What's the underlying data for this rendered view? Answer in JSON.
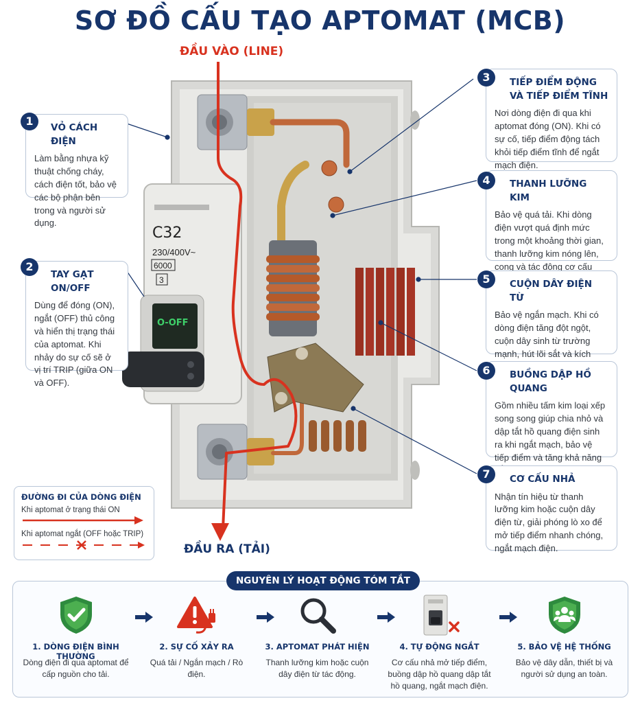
{
  "title": "SƠ ĐỒ CẤU TẠO APTOMAT (MCB)",
  "line_in": "ĐẦU VÀO (LINE)",
  "line_out": "ĐẦU RA (TẢI)",
  "device": {
    "rating": "C32",
    "voltage": "230/400V~",
    "breaking": "6000",
    "class": "3",
    "switch_label": "O-OFF"
  },
  "callouts": [
    {
      "num": "1",
      "title": "VỎ CÁCH ĐIỆN",
      "desc": "Làm bằng nhựa kỹ thuật chống cháy, cách điện tốt, bảo vệ các bộ phận bên trong và người sử dụng."
    },
    {
      "num": "2",
      "title": "TAY GẠT ON/OFF",
      "desc": "Dùng để đóng (ON), ngắt (OFF) thủ công và hiển thị trạng thái của aptomat. Khi nhảy do sự cố sẽ ở vị trí TRIP (giữa ON và OFF)."
    },
    {
      "num": "3",
      "title": "TIẾP ĐIỂM ĐỘNG VÀ TIẾP ĐIỂM TĨNH",
      "desc": "Nơi dòng điện đi qua khi aptomat đóng (ON). Khi có sự cố, tiếp điểm động tách khỏi tiếp điểm tĩnh để ngắt mạch điện."
    },
    {
      "num": "4",
      "title": "THANH LƯỠNG KIM",
      "desc": "Bảo vệ quá tải. Khi dòng điện vượt quá định mức trong một khoảng thời gian, thanh lưỡng kim nóng lên, cong và tác động cơ cấu nhả để ngắt điện."
    },
    {
      "num": "5",
      "title": "CUỘN DÂY ĐIỆN TỪ",
      "desc": "Bảo vệ ngắn mạch. Khi có dòng điện tăng đột ngột, cuộn dây sinh từ trường mạnh, hút lõi sắt và kích hoạt cơ cấu nhả tức thì."
    },
    {
      "num": "6",
      "title": "BUỒNG DẬP HỒ QUANG",
      "desc": "Gồm nhiều tấm kim loại xếp song song giúp chia nhỏ và dập tắt hồ quang điện sinh ra khi ngắt mạch, bảo vệ tiếp điểm và tăng khả năng cắt dòng."
    },
    {
      "num": "7",
      "title": "CƠ CẤU NHẢ",
      "desc": "Nhận tín hiệu từ thanh lưỡng kim hoặc cuộn dây điện từ, giải phóng lò xo để mở tiếp điểm nhanh chóng, ngắt mạch điện."
    }
  ],
  "legend": {
    "title": "ĐƯỜNG ĐI CỦA DÒNG ĐIỆN",
    "on": "Khi aptomat ở trạng thái ON",
    "off": "Khi aptomat ngắt (OFF hoặc TRIP)"
  },
  "summary": {
    "title": "NGUYÊN LÝ HOẠT ĐỘNG TÓM TẮT",
    "steps": [
      {
        "title": "1. DÒNG ĐIỆN BÌNH THƯỜNG",
        "desc": "Dòng điện đi qua aptomat để cấp nguồn cho tải.",
        "icon": "shield-check-icon"
      },
      {
        "title": "2. SỰ CỐ XẢY RA",
        "desc": "Quá tải / Ngắn mạch / Rò điện.",
        "icon": "warning-plug-icon"
      },
      {
        "title": "3. APTOMAT PHÁT HIỆN",
        "desc": "Thanh lưỡng kim hoặc cuộn dây điện từ tác động.",
        "icon": "magnifier-icon"
      },
      {
        "title": "4. TỰ ĐỘNG NGẮT",
        "desc": "Cơ cấu nhả mở tiếp điểm, buồng dập hồ quang dập tắt hồ quang, ngắt mạch điện.",
        "icon": "breaker-off-icon"
      },
      {
        "title": "5. BẢO VỆ HỆ THỐNG",
        "desc": "Bảo vệ dây dẫn, thiết bị và người sử dụng an toàn.",
        "icon": "shield-people-icon"
      }
    ]
  },
  "colors": {
    "navy": "#17356b",
    "red": "#d8321f",
    "copper": "#c0683a",
    "case": "#e4e4e2"
  }
}
